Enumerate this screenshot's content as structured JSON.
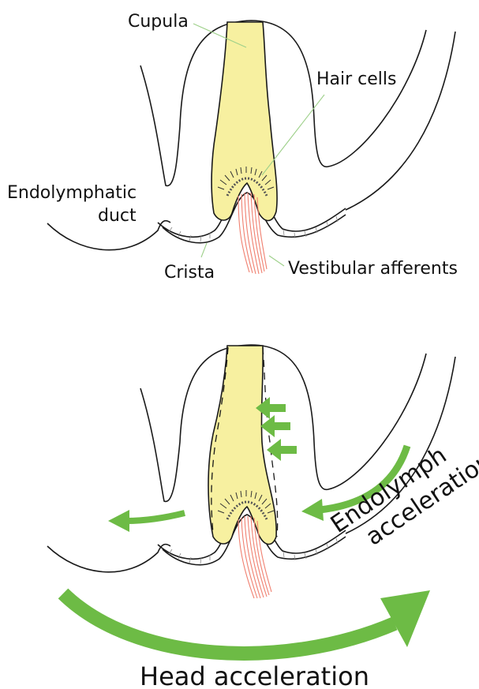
{
  "top_panel": {
    "labels": {
      "cupula": "Cupula",
      "hair_cells": "Hair cells",
      "endolymphatic_duct_line1": "Endolymphatic",
      "endolymphatic_duct_line2": "duct",
      "crista": "Crista",
      "vestibular_afferents": "Vestibular afferents"
    }
  },
  "bottom_panel": {
    "labels": {
      "endolymph_line1": "Endolymph",
      "endolymph_line2": "acceleration",
      "head_acceleration": "Head acceleration"
    }
  },
  "colors": {
    "cupula_fill": "#f7f0a0",
    "arrow_green": "#6dbb45",
    "nerve_red": "#f08070",
    "leader_green": "#9ed08a",
    "outline": "#1a1a1a"
  }
}
